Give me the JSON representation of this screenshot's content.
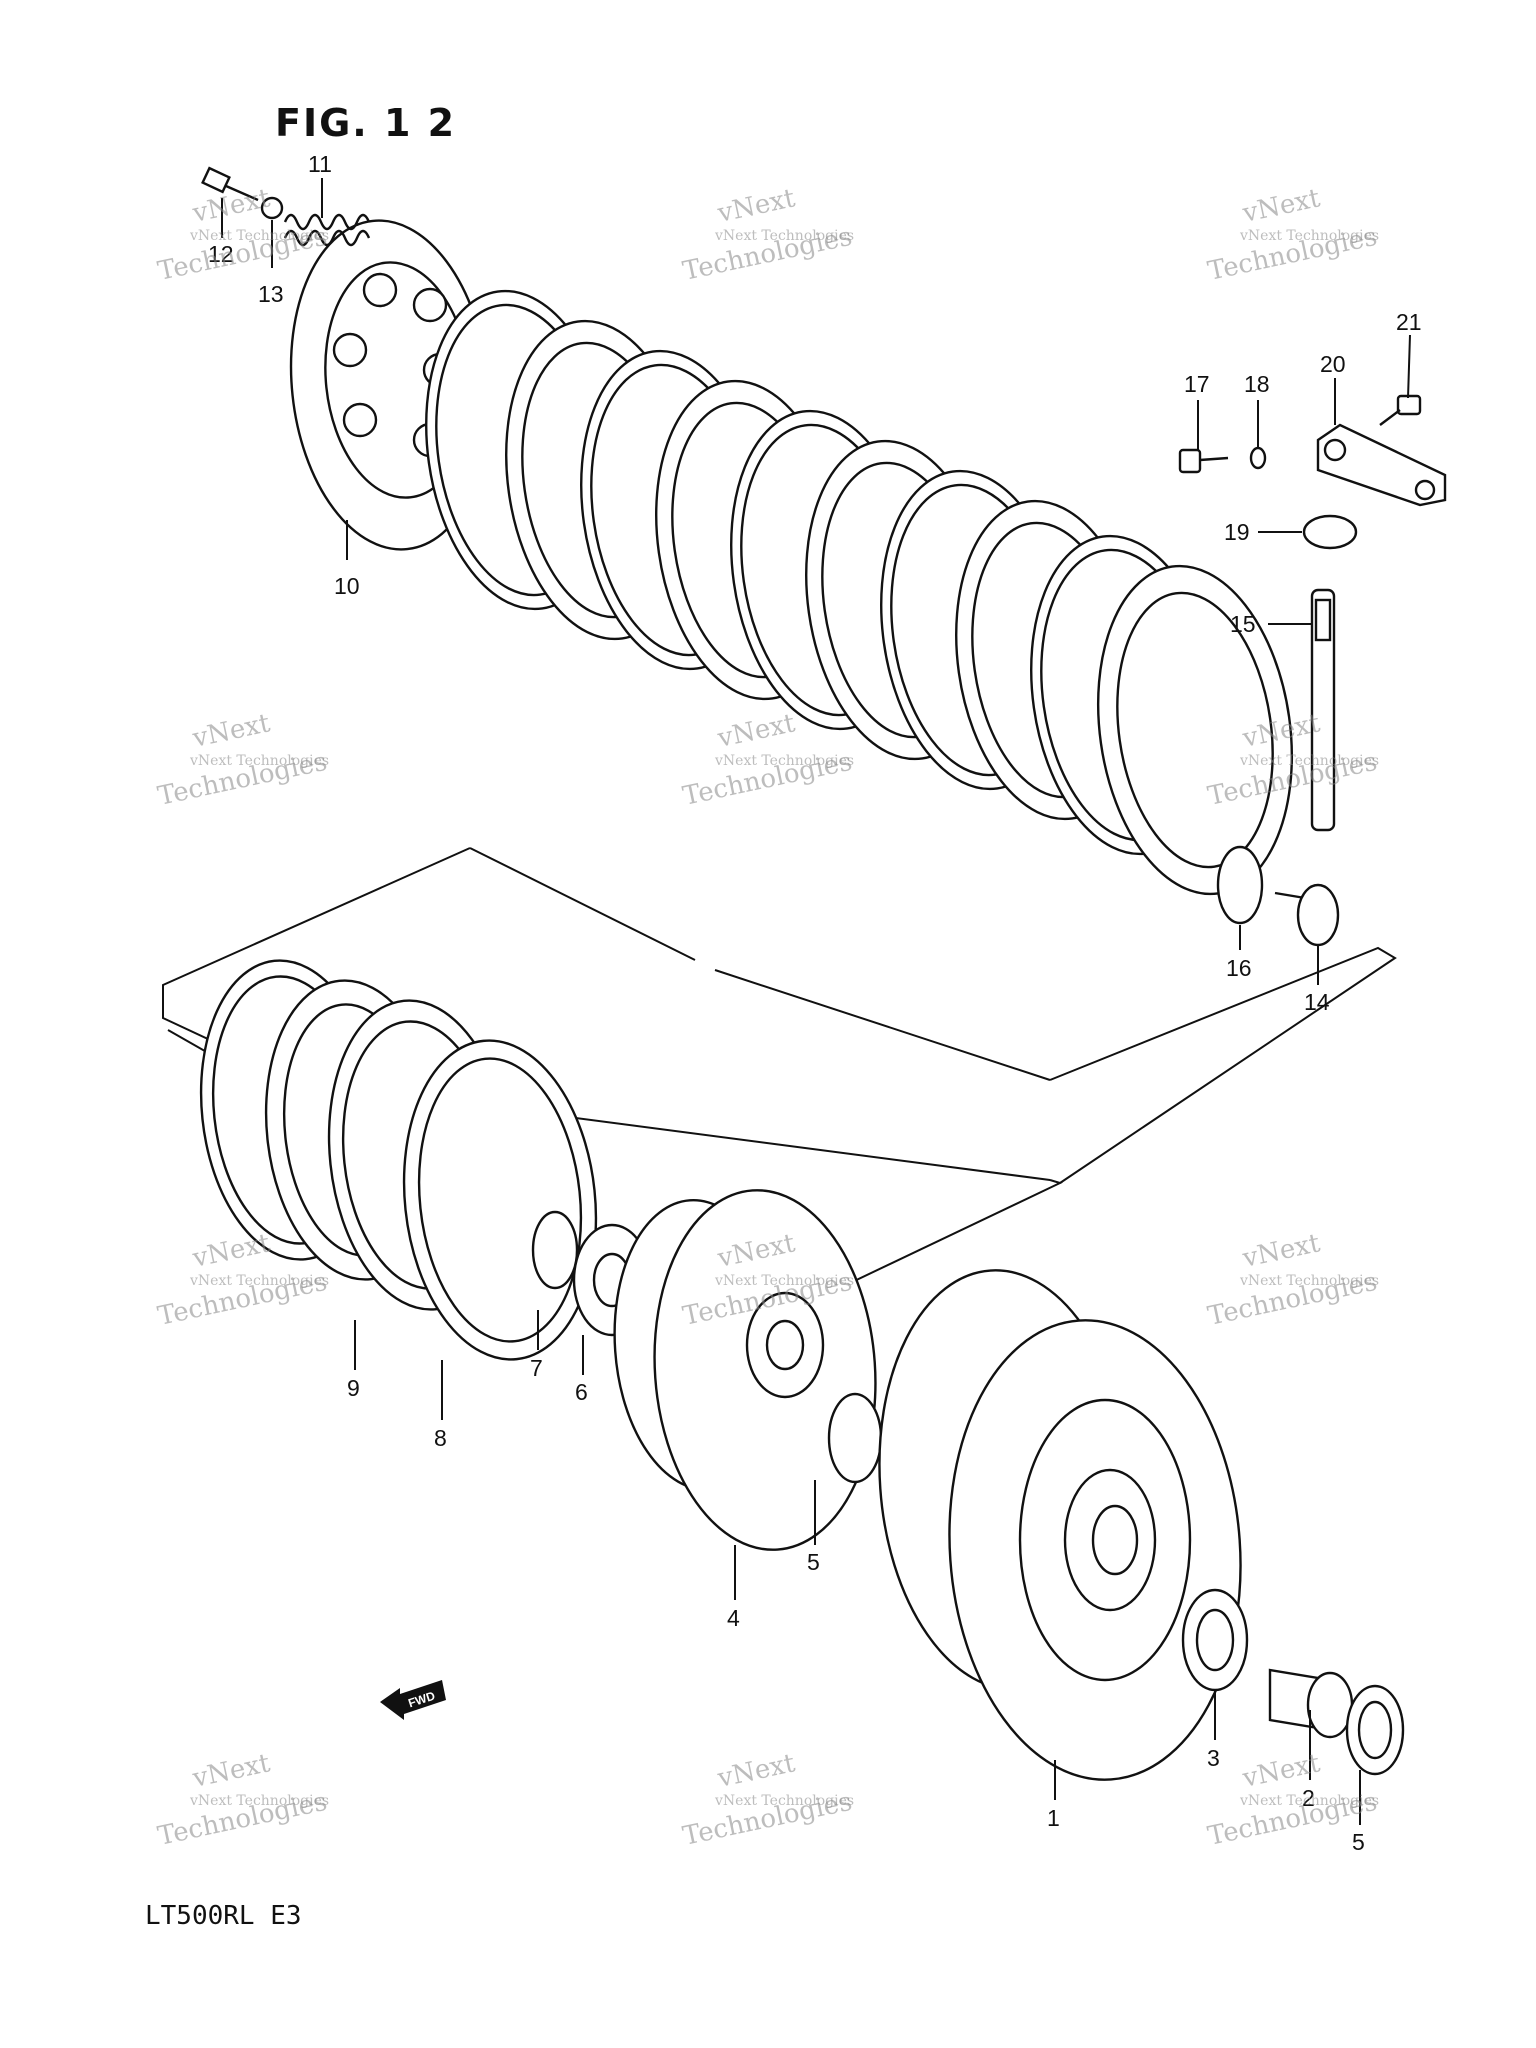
{
  "figure": {
    "title": "FIG. 1 2",
    "footer": "LT500RL  E3"
  },
  "watermark": {
    "line1": "vNext Technologies",
    "line2": "vNext",
    "line3": "Technologies"
  },
  "fwd_label": "FWD",
  "labels": {
    "p1": "1",
    "p2": "2",
    "p3": "3",
    "p4": "4",
    "p5a": "5",
    "p5b": "5",
    "p6": "6",
    "p7": "7",
    "p8": "8",
    "p9": "9",
    "p10": "10",
    "p11": "11",
    "p12": "12",
    "p13": "13",
    "p14": "14",
    "p15": "15",
    "p16": "16",
    "p17": "17",
    "p18": "18",
    "p19": "19",
    "p20": "20",
    "p21": "21"
  }
}
